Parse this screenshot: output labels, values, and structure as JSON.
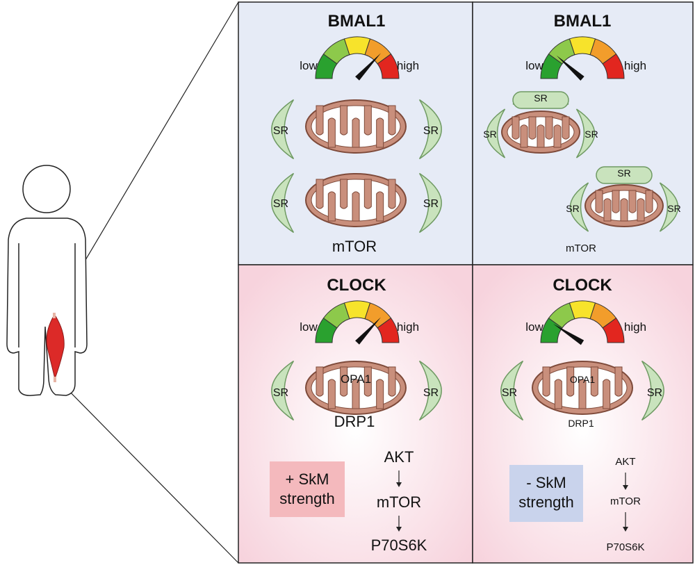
{
  "panels": {
    "top_left": {
      "title": "BMAL1",
      "gauge": {
        "low": "low",
        "high": "high",
        "level": 0.85
      },
      "sr": "SR",
      "protein": "mTOR"
    },
    "top_right": {
      "title": "BMAL1",
      "gauge": {
        "low": "low",
        "high": "high",
        "level": 0.2
      },
      "sr": "SR",
      "protein": "mTOR"
    },
    "bottom_left": {
      "title": "CLOCK",
      "gauge": {
        "low": "low",
        "high": "high",
        "level": 0.85
      },
      "sr": "SR",
      "mito_label": "OPA1",
      "protein": "DRP1",
      "strength_line1": "+ SkM",
      "strength_line2": "strength",
      "pathway": [
        "AKT",
        "mTOR",
        "P70S6K"
      ]
    },
    "bottom_right": {
      "title": "CLOCK",
      "gauge": {
        "low": "low",
        "high": "high",
        "level": 0.15
      },
      "sr": "SR",
      "mito_label": "OPA1",
      "protein": "DRP1",
      "strength_line1": "- SkM",
      "strength_line2": "strength",
      "pathway": [
        "AKT",
        "mTOR",
        "P70S6K"
      ]
    }
  },
  "colors": {
    "top_bg": "#e6ebf6",
    "bottom_bg": "#fbe3ea",
    "sr_fill": "#c9e3bd",
    "sr_stroke": "#6f9a63",
    "mito_fill": "#c98f7c",
    "mito_stroke": "#7e4a3a",
    "plus_box": "#f4b9bd",
    "minus_box": "#c9d3ec",
    "gauge": [
      "#2aa12f",
      "#8dc94b",
      "#f7e32b",
      "#f29d2b",
      "#e2261f"
    ]
  }
}
